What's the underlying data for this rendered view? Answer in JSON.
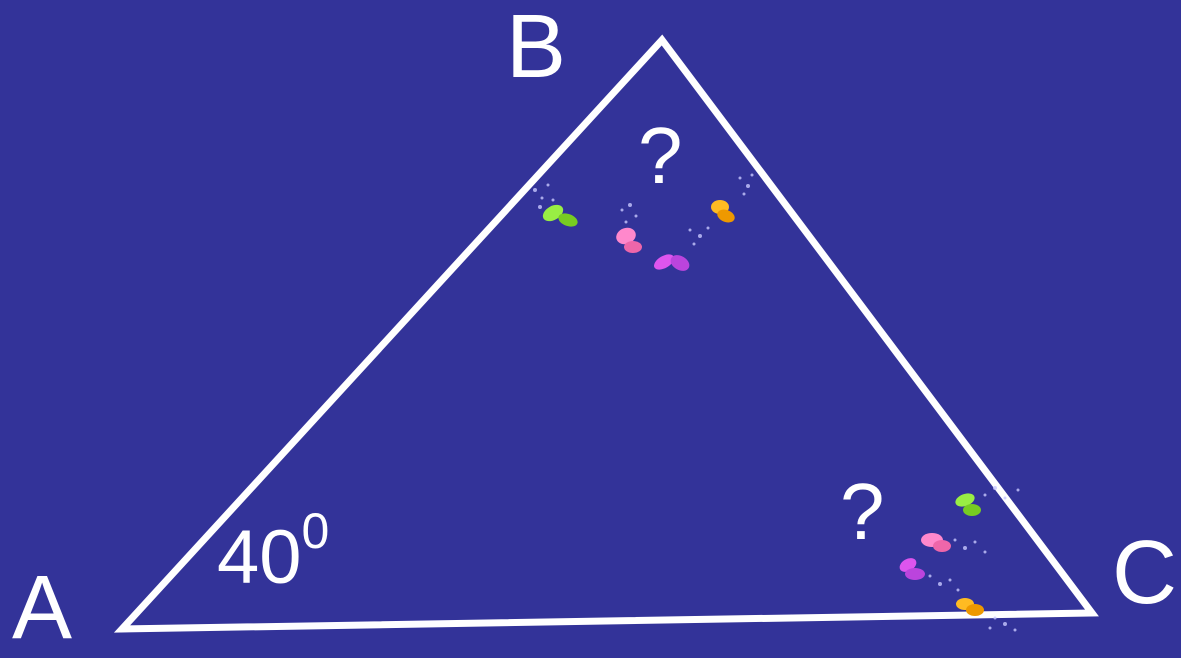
{
  "vertices": {
    "a": "A",
    "b": "B",
    "c": "C"
  },
  "angle_a": {
    "value": "40",
    "unit": "0"
  },
  "unknown_b": "?",
  "unknown_c": "?",
  "colors": {
    "background": "#333399",
    "stroke": "#ffffff",
    "butterfly_green": "#99ee44",
    "butterfly_pink": "#ff88cc",
    "butterfly_magenta": "#dd55ee",
    "butterfly_orange": "#ffbb22"
  }
}
